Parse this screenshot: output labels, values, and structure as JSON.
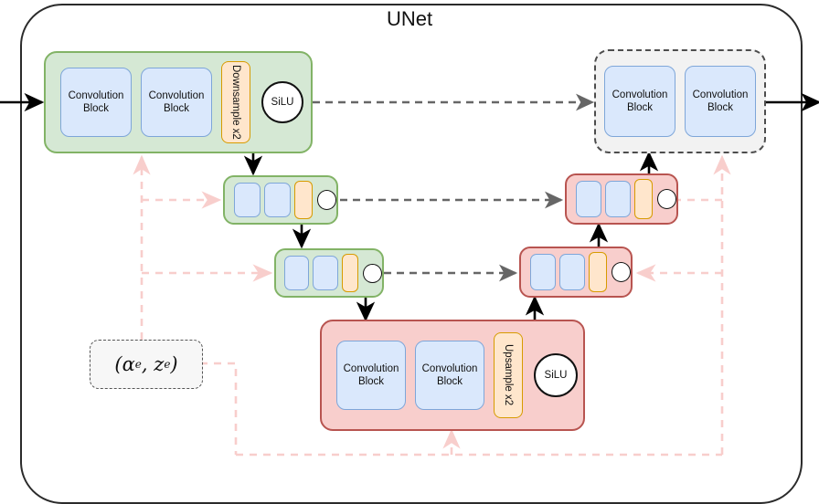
{
  "diagram": {
    "title": "UNet",
    "colors": {
      "encoder_fill": "#d5e8d4",
      "encoder_stroke": "#82b366",
      "decoder_fill": "#f8cecc",
      "decoder_stroke": "#b85450",
      "conv_fill": "#dae8fc",
      "conv_stroke": "#7ea6d9",
      "sample_fill": "#ffe6cc",
      "sample_stroke": "#d79b00",
      "output_fill": "#f2f2f2",
      "output_stroke": "#4d4d4d",
      "skip_arrow": "#666666",
      "condition_arrow": "#f8cecc",
      "flow_arrow": "#000000",
      "frame_stroke": "#2b2b2b"
    },
    "encoder_block": {
      "conv1": "Convolution Block",
      "conv2": "Convolution Block",
      "sampler": "Downsample x2",
      "activation": "SiLU"
    },
    "decoder_block": {
      "conv1": "Convolution Block",
      "conv2": "Convolution Block",
      "sampler": "Upsample x2",
      "activation": "SiLU"
    },
    "output_block": {
      "conv1": "Convolution Block",
      "conv2": "Convolution Block"
    },
    "conditioning": {
      "alpha": "α",
      "alpha_sub": "e",
      "z": "z",
      "z_sub": "e"
    }
  }
}
